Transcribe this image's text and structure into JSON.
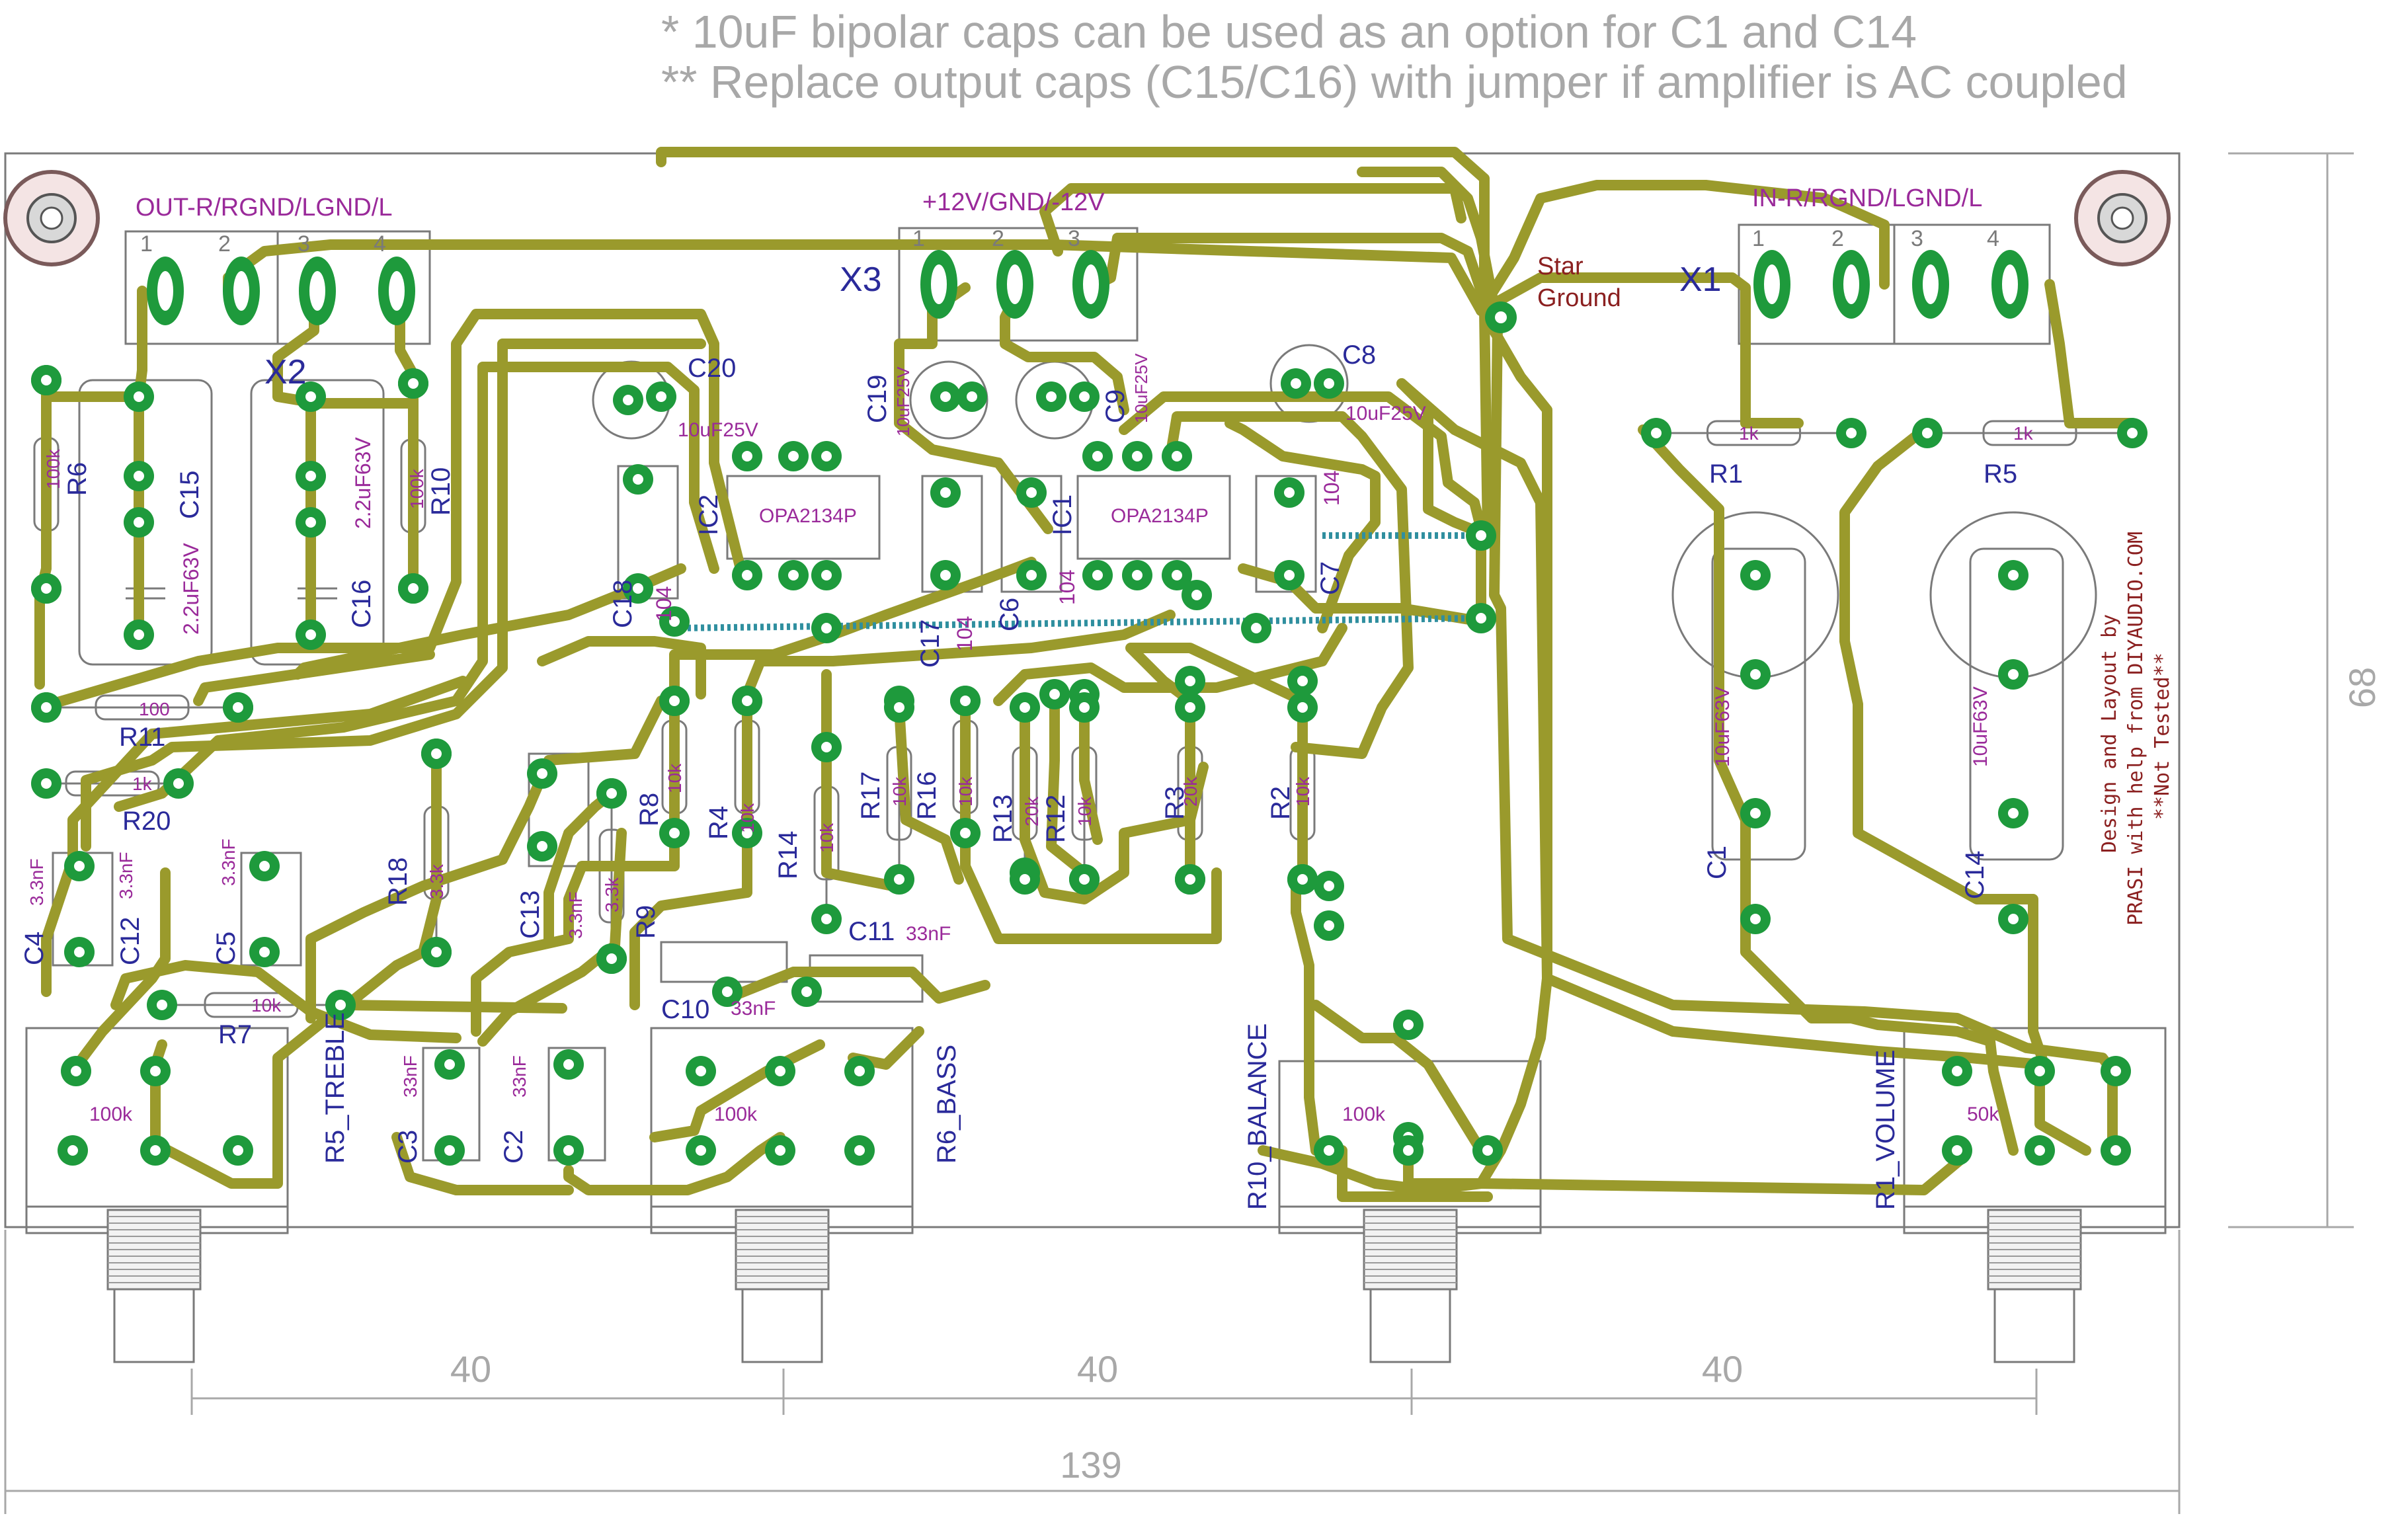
{
  "notes": [
    "* 10uF bipolar  caps can be used as an option for C1 and C14",
    "** Replace output caps (C15/C16) with jumper if amplifier is AC coupled"
  ],
  "colors": {
    "trace": "#9a9a2c",
    "pad": "#1e9a3c",
    "silk": "#7a7a7a",
    "value": "#9a2a9a",
    "designator": "#2a2a9a",
    "star": "#8b2020",
    "credit": "#8b2020",
    "dimension": "#a8a8a8",
    "airwire": "#2f8f9f"
  },
  "connectors": [
    {
      "id": "out",
      "title": "OUT-R/RGND/LGND/L",
      "pins": [
        "1",
        "2",
        "3",
        "4"
      ]
    },
    {
      "id": "x2",
      "designator": "X2"
    },
    {
      "id": "power",
      "designator": "X3",
      "title": "+12V/GND/-12V",
      "pins": [
        "1",
        "2",
        "3"
      ]
    },
    {
      "id": "in",
      "designator": "X1",
      "title": "IN-R/RGND/LGND/L",
      "pins": [
        "1",
        "2",
        "3",
        "4"
      ]
    }
  ],
  "star_ground": [
    "Star",
    "Ground"
  ],
  "ics": [
    {
      "designator": "IC2",
      "value": "OPA2134P"
    },
    {
      "designator": "IC1",
      "value": "OPA2134P"
    }
  ],
  "electrolytics": [
    {
      "designator": "C20",
      "value": "10uF25V"
    },
    {
      "designator": "C19",
      "value": "10uF25V"
    },
    {
      "designator": "C9",
      "value": "10uF25V"
    },
    {
      "designator": "C8",
      "value": "10uF25V"
    },
    {
      "designator": "C1",
      "value": "10uF63V"
    },
    {
      "designator": "C14",
      "value": "10uF63V"
    }
  ],
  "ceramics": [
    {
      "designator": "C18",
      "value": "104"
    },
    {
      "designator": "C17",
      "value": "104"
    },
    {
      "designator": "C6",
      "value": "104"
    },
    {
      "designator": "C7",
      "value": "104"
    }
  ],
  "film_caps": [
    {
      "designator": "C15",
      "value": "2.2uF63V"
    },
    {
      "designator": "C16",
      "value": "2.2uF63V"
    },
    {
      "designator": "C4",
      "value": "3.3nF"
    },
    {
      "designator": "C12",
      "value": "3.3nF"
    },
    {
      "designator": "C5",
      "value": "3.3nF"
    },
    {
      "designator": "C13",
      "value": "3.3nF"
    },
    {
      "designator": "C11",
      "value": "33nF"
    },
    {
      "designator": "C10",
      "value": "33nF"
    },
    {
      "designator": "C3",
      "value": "33nF"
    },
    {
      "designator": "C2",
      "value": "33nF"
    }
  ],
  "resistors": [
    {
      "designator": "R6",
      "value": "100k"
    },
    {
      "designator": "R10",
      "value": "100k"
    },
    {
      "designator": "R11",
      "value": "100"
    },
    {
      "designator": "R20",
      "value": "1k"
    },
    {
      "designator": "R7",
      "value": "10k"
    },
    {
      "designator": "R18",
      "value": "3.3k"
    },
    {
      "designator": "R9",
      "value": "3.3k"
    },
    {
      "designator": "R8",
      "value": "10k"
    },
    {
      "designator": "R4",
      "value": "10k"
    },
    {
      "designator": "R14",
      "value": "10k"
    },
    {
      "designator": "R17",
      "value": "10k"
    },
    {
      "designator": "R16",
      "value": "10k"
    },
    {
      "designator": "R13",
      "value": "20k"
    },
    {
      "designator": "R12",
      "value": "10k"
    },
    {
      "designator": "R3",
      "value": "20k"
    },
    {
      "designator": "R2",
      "value": "10k"
    },
    {
      "designator": "R1",
      "value": "1k"
    },
    {
      "designator": "R5",
      "value": "1k"
    }
  ],
  "pots": [
    {
      "designator": "R5_TREBLE",
      "value": "100k"
    },
    {
      "designator": "R6_BASS",
      "value": "100k"
    },
    {
      "designator": "R10_BALANCE",
      "value": "100k"
    },
    {
      "designator": "R1_VOLUME",
      "value": "50k"
    }
  ],
  "credits": [
    "Design and Layout by",
    "PRASI with help from DIYAUDIO.COM",
    "**Not Tested**"
  ],
  "dimensions": {
    "pot_spacing": [
      "40",
      "40",
      "40"
    ],
    "width": "139",
    "height": "68"
  }
}
